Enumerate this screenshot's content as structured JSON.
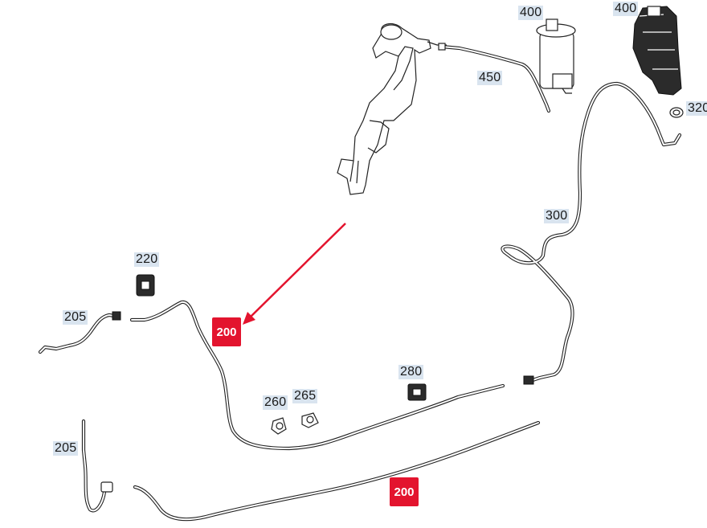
{
  "callouts": {
    "c400a": "400",
    "c400b": "400",
    "c450": "450",
    "c320": "320",
    "c300": "300",
    "c220": "220",
    "c205a": "205",
    "c200_selected": "200",
    "c280": "280",
    "c260": "260",
    "c265": "265",
    "c205b": "205",
    "c200_bottom": "200"
  },
  "colors": {
    "highlight": "#e3142e",
    "callout_bg": "#d9e4ef",
    "line": "#222222"
  }
}
